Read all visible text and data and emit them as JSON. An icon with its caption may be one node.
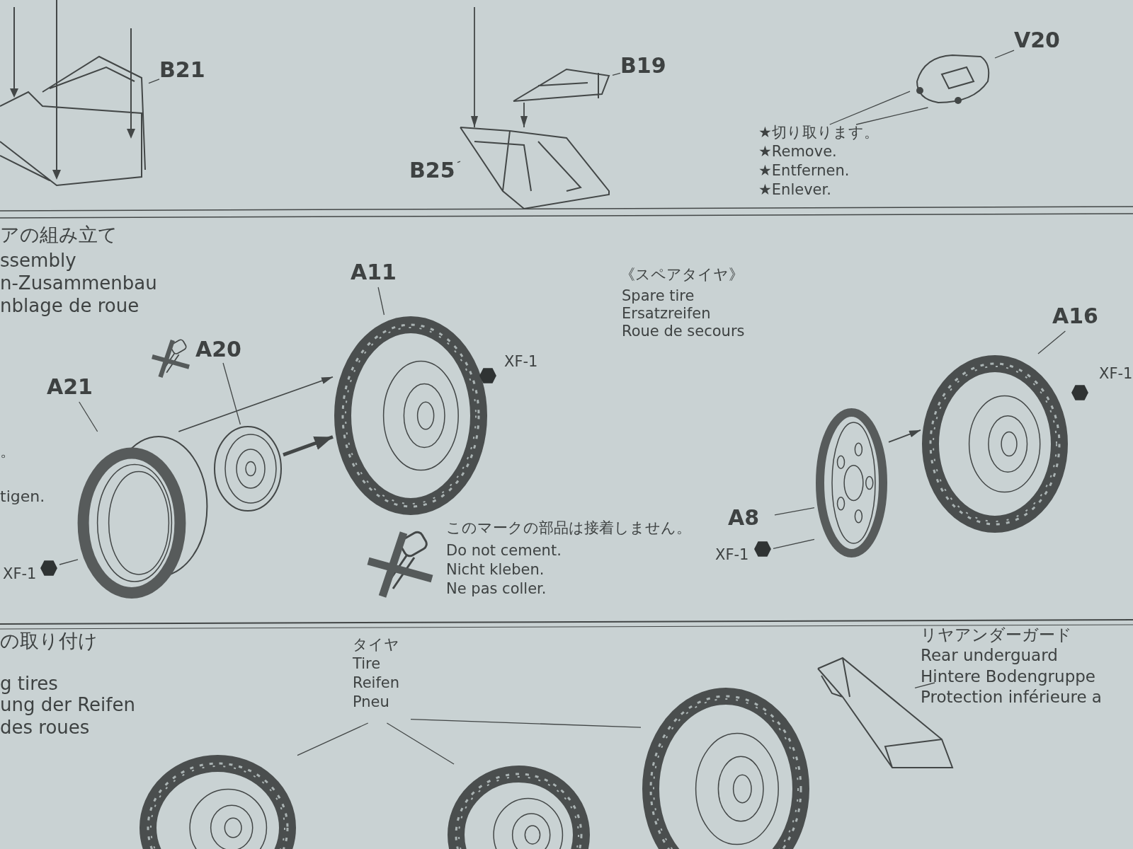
{
  "diagram": {
    "nodes": [
      {
        "text": [
          "B21"
        ]
      },
      {
        "text": [],
        "shape": "picture"
      },
      {
        "text": [
          "B19"
        ]
      },
      {
        "text": [],
        "shape": "picture"
      },
      {
        "text": [
          "B25"
        ]
      },
      {
        "text": [],
        "shape": "picture"
      },
      {
        "text": [
          "V20"
        ]
      },
      {
        "text": [],
        "shape": "picture"
      },
      {
        "text": [
          "★切り取ります。",
          "★Remove.",
          "★Entfernen.",
          "★Enlever."
        ]
      },
      {
        "text": [
          "A11"
        ]
      },
      {
        "text": [],
        "shape": "picture"
      },
      {
        "text": [
          "A20"
        ]
      },
      {
        "text": [],
        "shape": "picture"
      },
      {
        "text": [
          "A21"
        ]
      },
      {
        "text": [],
        "shape": "picture"
      },
      {
        "text": [
          "A16"
        ]
      },
      {
        "text": [],
        "shape": "picture"
      },
      {
        "text": [
          "A8"
        ]
      },
      {
        "text": [],
        "shape": "picture"
      },
      {
        "text": [
          "XF-1"
        ]
      },
      {
        "text": [
          "XF-1"
        ]
      },
      {
        "text": [
          "タイヤ",
          "Tire",
          "Reifen",
          "Pneu"
        ]
      },
      {
        "text": [],
        "shape": "picture"
      },
      {
        "text": [],
        "shape": "picture"
      },
      {
        "text": [],
        "shape": "picture"
      },
      {
        "text": [
          "リヤアンダーガード",
          "Rear underguard",
          "Hintere Bodengruppe",
          "Protection inférieure a"
        ]
      },
      {
        "text": [],
        "shape": "picture"
      }
    ],
    "edges": [
      {
        "from": 0,
        "to": 1,
        "arrow": "none"
      },
      {
        "from": 2,
        "to": 3,
        "arrow": "none"
      },
      {
        "from": 4,
        "to": 5,
        "arrow": "none"
      },
      {
        "from": 6,
        "to": 7,
        "arrow": "none"
      },
      {
        "from": 8,
        "to": 7,
        "arrow": "none"
      },
      {
        "from": 8,
        "to": 7,
        "arrow": "none"
      },
      {
        "from": 9,
        "to": 10,
        "arrow": "none"
      },
      {
        "from": 11,
        "to": 12,
        "arrow": "none"
      },
      {
        "from": 13,
        "to": 14,
        "arrow": "none"
      },
      {
        "from": 14,
        "to": 10,
        "arrow": "to"
      },
      {
        "from": 12,
        "to": 10,
        "arrow": "to",
        "style": "thick"
      },
      {
        "from": 15,
        "to": 16,
        "arrow": "none"
      },
      {
        "from": 17,
        "to": 18,
        "arrow": "none"
      },
      {
        "from": 18,
        "to": 16,
        "arrow": "to"
      },
      {
        "from": 19,
        "to": 14,
        "arrow": "none"
      },
      {
        "from": 20,
        "to": 18,
        "arrow": "none"
      },
      {
        "from": 21,
        "to": 22,
        "arrow": "none"
      },
      {
        "from": 21,
        "to": 23,
        "arrow": "none"
      },
      {
        "from": 21,
        "to": 24,
        "arrow": "none"
      },
      {
        "from": 25,
        "to": 26,
        "arrow": "none"
      },
      {
        "from": null,
        "to": 5,
        "arrow": "to"
      },
      {
        "from": 3,
        "to": 5,
        "arrow": "to"
      }
    ],
    "labels": [
      "アの組み立て",
      "ssembly",
      "n-Zusammenbau",
      "nblage de roue",
      "《スペアタイヤ》",
      "Spare tire",
      "Ersatzreifen",
      "Roue de secours",
      "XF-1",
      "XF-1",
      "。",
      "tigen.",
      "このマークの部品は接着しません。",
      "Do not cement.",
      "Nicht kleben.",
      "Ne pas coller.",
      "の取り付け",
      "g tires",
      "ung der Reifen",
      "des roues"
    ]
  }
}
